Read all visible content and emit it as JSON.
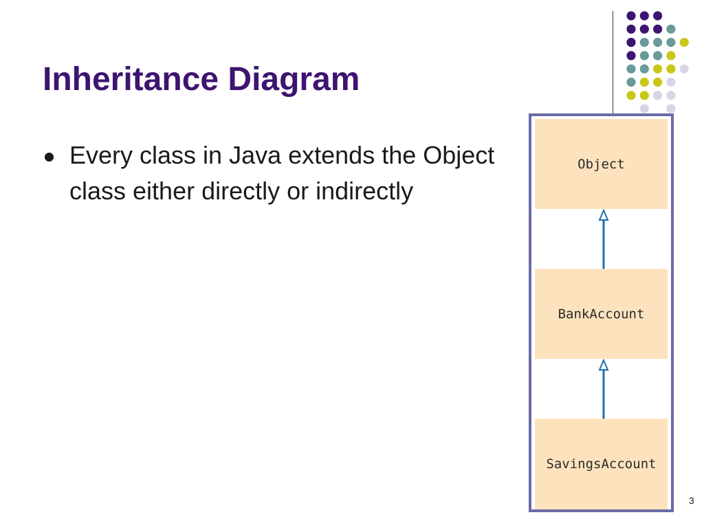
{
  "slide": {
    "title": "Inheritance Diagram",
    "bullets": [
      "Every class in Java extends the Object class either directly or indirectly"
    ],
    "page_number": "3"
  },
  "diagram": {
    "classes": [
      "Object",
      "BankAccount",
      "SavingsAccount"
    ],
    "relationships": [
      {
        "from": "SavingsAccount",
        "to": "BankAccount",
        "type": "extends"
      },
      {
        "from": "BankAccount",
        "to": "Object",
        "type": "extends"
      }
    ]
  },
  "decoration": {
    "dot_colors": {
      "purple": "#3d1470",
      "teal": "#6a9a9a",
      "olive": "#c8c818",
      "lavender": "#d6d6e8"
    },
    "dot_grid": [
      [
        1,
        1,
        1,
        0,
        0
      ],
      [
        1,
        1,
        1,
        2,
        0
      ],
      [
        1,
        2,
        2,
        2,
        3
      ],
      [
        1,
        2,
        2,
        3,
        0
      ],
      [
        2,
        2,
        3,
        3,
        4
      ],
      [
        2,
        3,
        3,
        4,
        0
      ],
      [
        3,
        3,
        4,
        4,
        0
      ],
      [
        0,
        4,
        0,
        4,
        0
      ]
    ]
  },
  "colors": {
    "title": "#3d1470",
    "diagram_border": "#6b6ba6",
    "class_fill": "#fde3bd",
    "arrow": "#1f6fb0"
  }
}
